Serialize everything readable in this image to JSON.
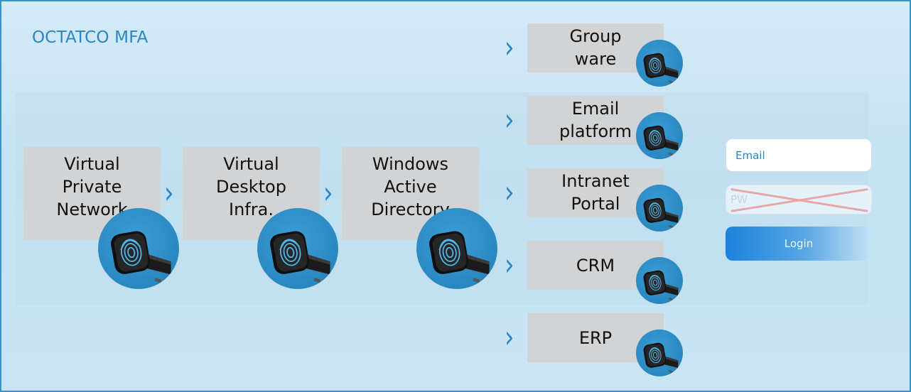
{
  "title": "OCTATCO MFA",
  "main_flow": [
    {
      "label": "Virtual\nPrivate\nNetwork"
    },
    {
      "label": "Virtual\nDesktop\nInfra."
    },
    {
      "label": "Windows\nActive\nDirectory"
    }
  ],
  "branches": [
    {
      "label": "Group\nware"
    },
    {
      "label": "Email\nplatform"
    },
    {
      "label": "Intranet\nPortal"
    },
    {
      "label": "CRM"
    },
    {
      "label": "ERP"
    }
  ],
  "arrow_glyph": "›",
  "icon": "fingerprint-usb-key-icon",
  "login_form": {
    "email_placeholder": "Email",
    "pw_placeholder": "PW",
    "login_label": "Login"
  },
  "colors": {
    "accent": "#2a86c2",
    "box": "#d2d3d4",
    "border": "#3b93c6"
  }
}
